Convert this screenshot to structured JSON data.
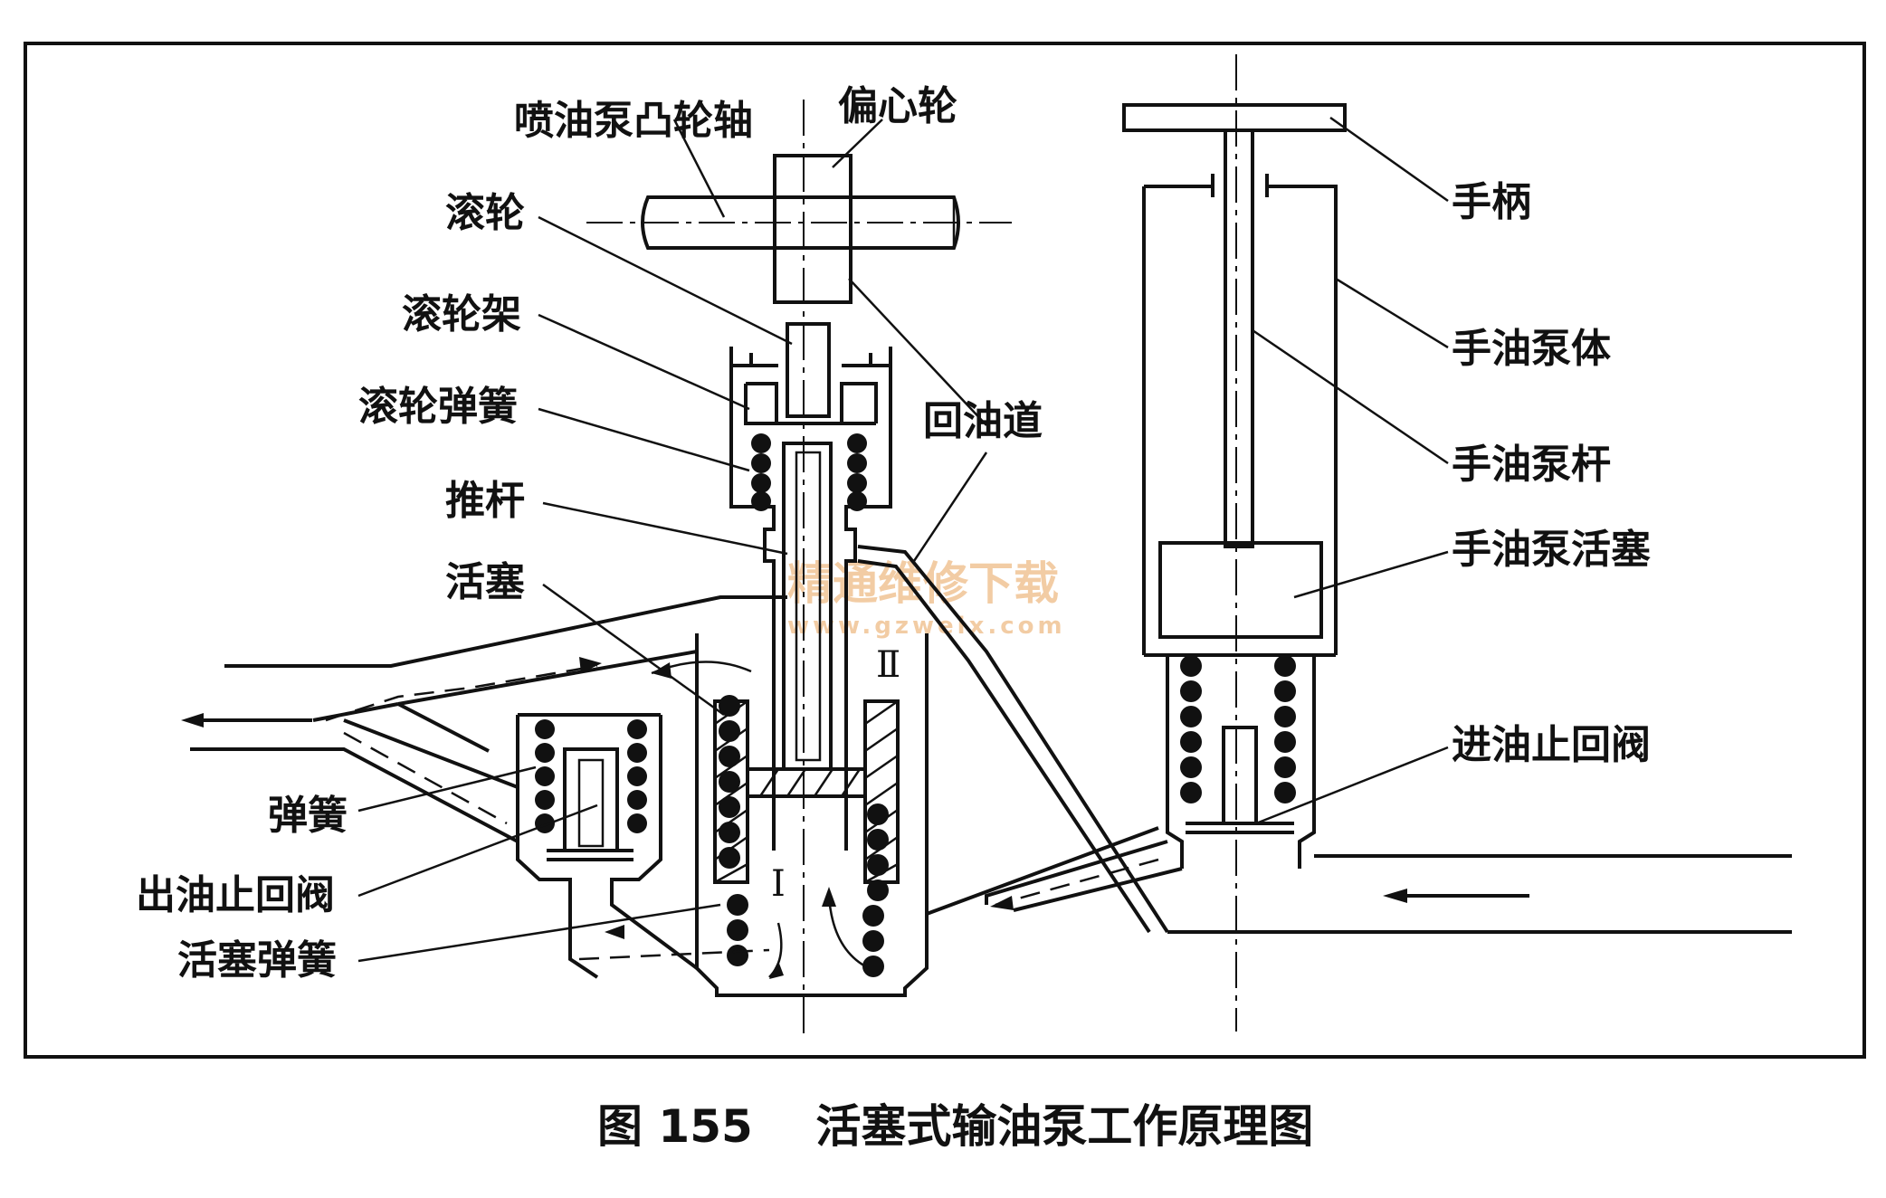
{
  "figure": {
    "caption": "图 155    活塞式输油泵工作原理图",
    "watermark_cn": "精通维修下载",
    "watermark_url": "www.gzweix.com"
  },
  "labels": {
    "camshaft": "喷油泵凸轮轴",
    "eccentric": "偏心轮",
    "roller": "滚轮",
    "roller_frame": "滚轮架",
    "roller_spring": "滚轮弹簧",
    "return_passage": "回油道",
    "push_rod": "推杆",
    "piston": "活塞",
    "spring": "弹簧",
    "outlet_check_valve": "出油止回阀",
    "piston_spring": "活塞弹簧",
    "handle": "手柄",
    "hand_pump_body": "手油泵体",
    "hand_pump_rod": "手油泵杆",
    "hand_pump_piston": "手油泵活塞",
    "inlet_check_valve": "进油止回阀",
    "chamber_one": "I",
    "chamber_two": "Ⅱ"
  }
}
